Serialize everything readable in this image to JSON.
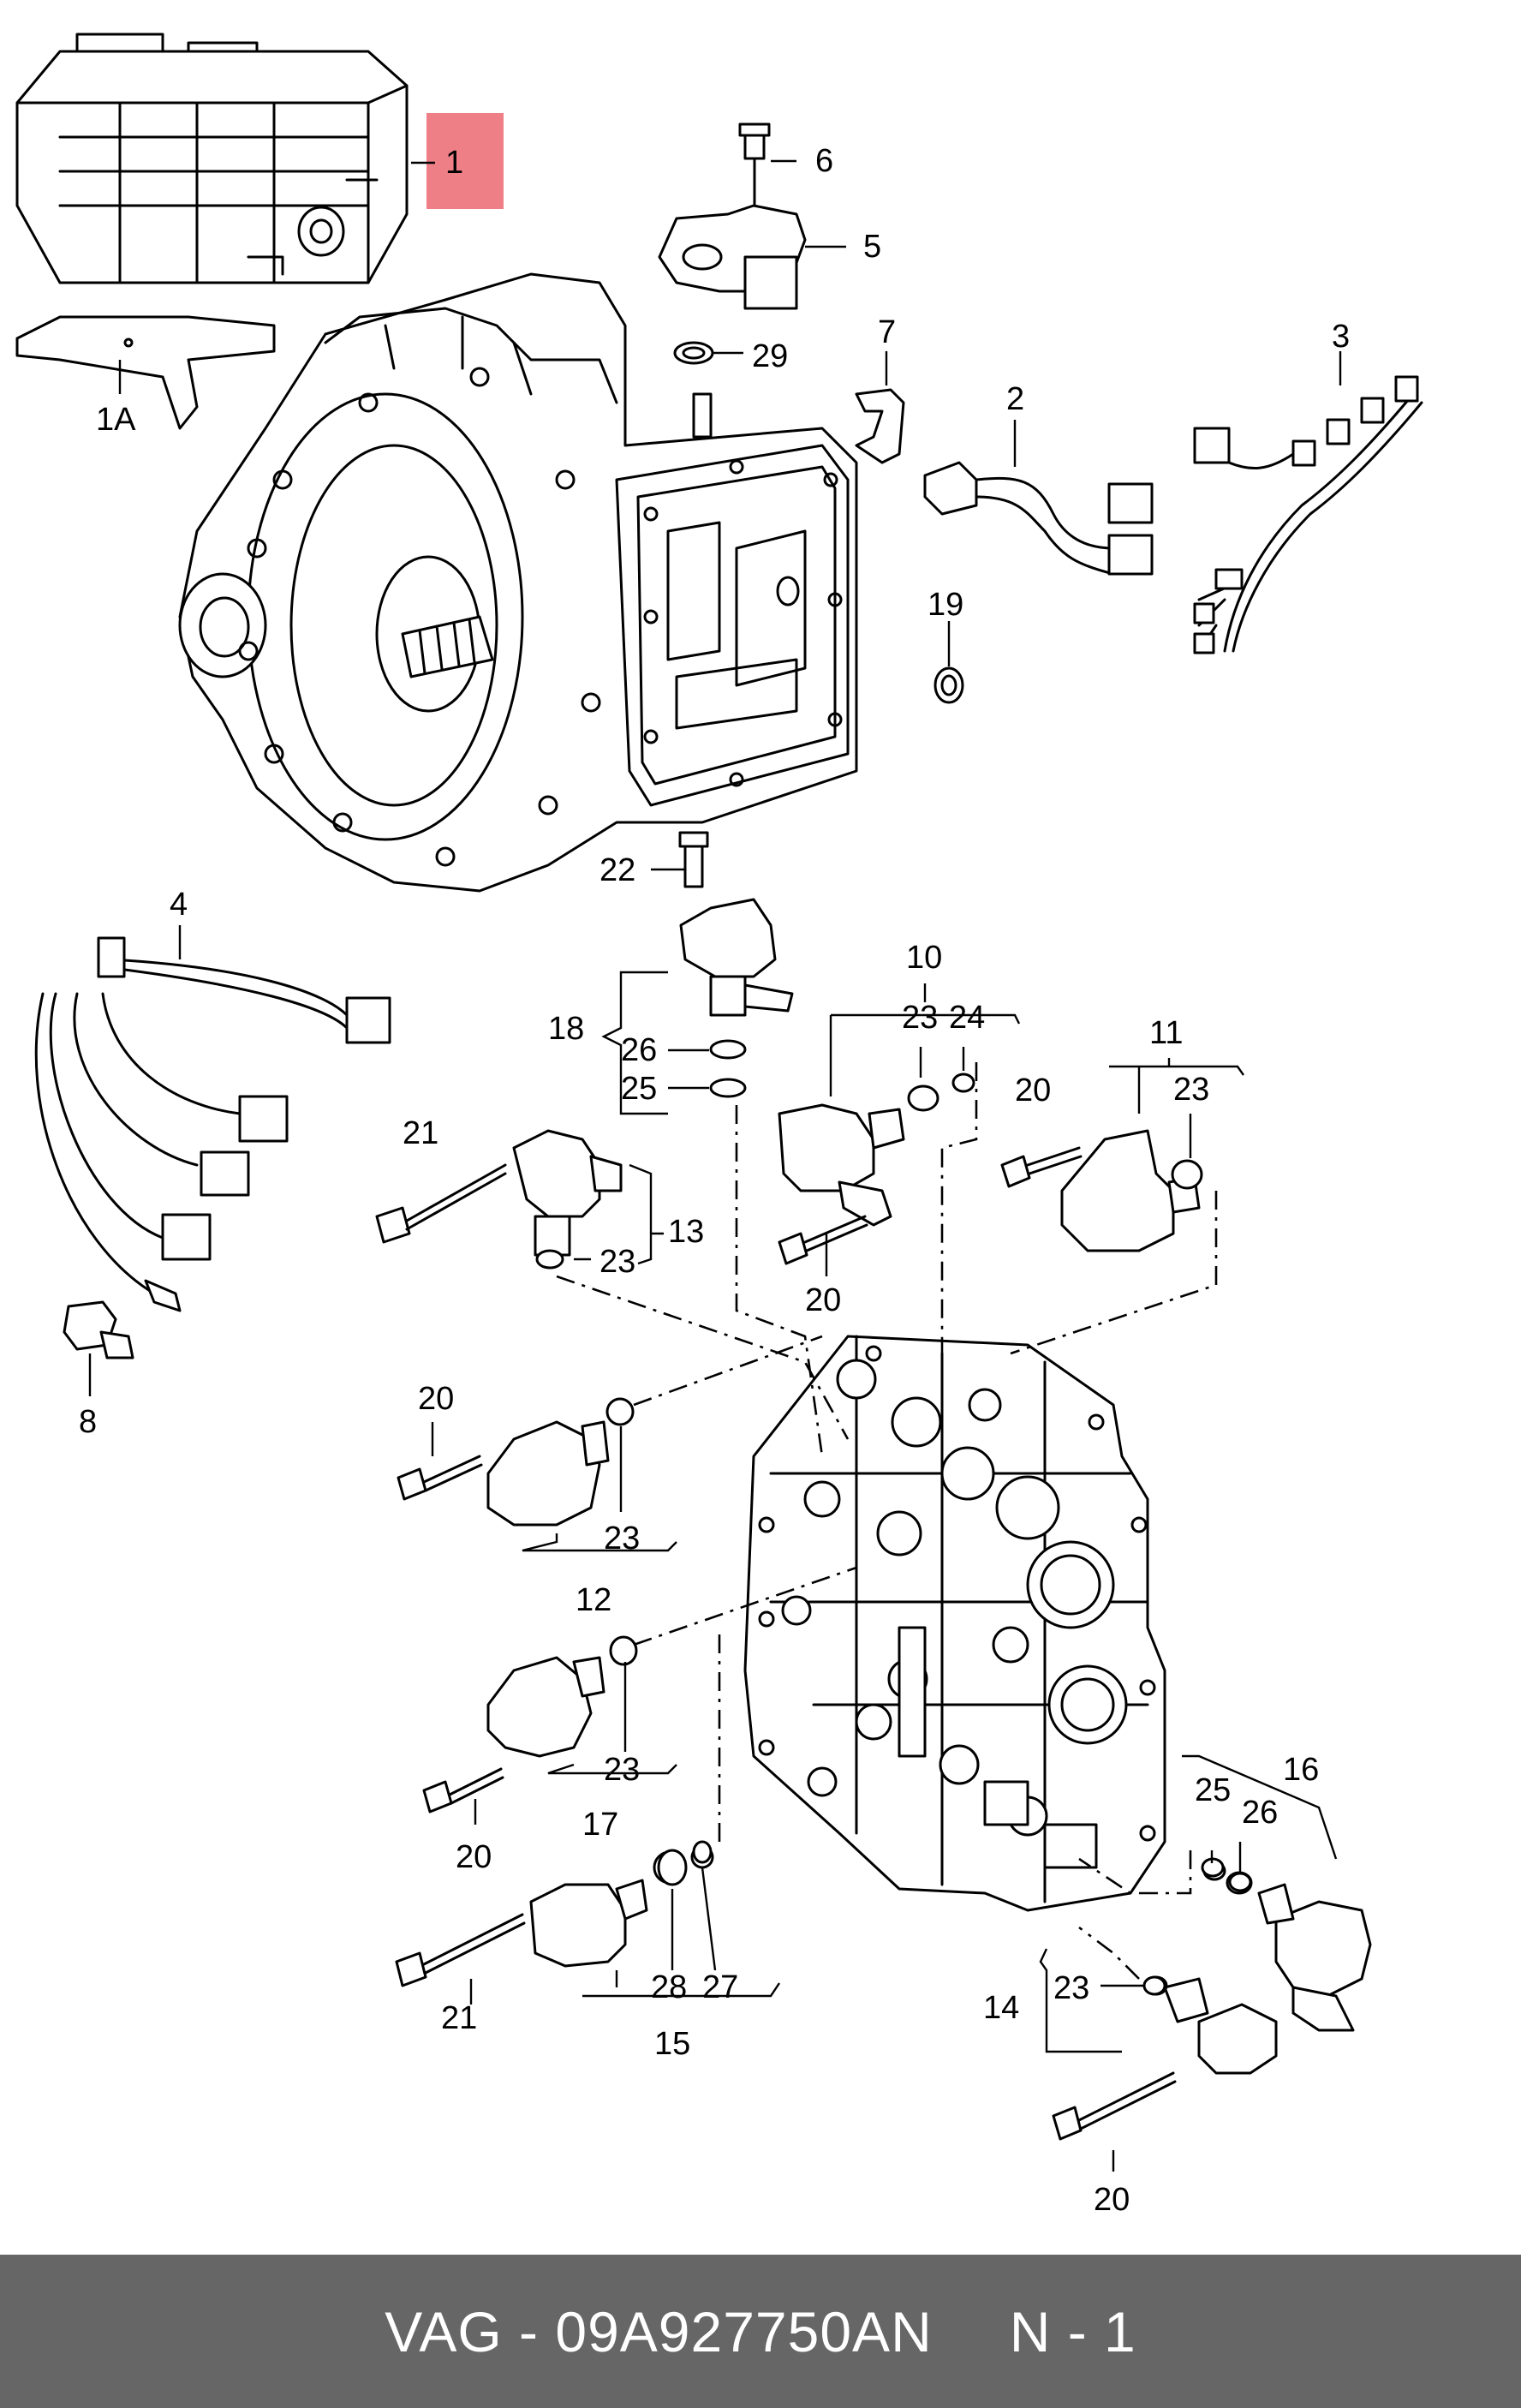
{
  "diagram": {
    "highlight_color": "#ef7f87",
    "highlighted_label": "1",
    "labels": [
      {
        "id": "l1",
        "text": "1"
      },
      {
        "id": "l1a",
        "text": "1A"
      },
      {
        "id": "l2",
        "text": "2"
      },
      {
        "id": "l3",
        "text": "3"
      },
      {
        "id": "l4",
        "text": "4"
      },
      {
        "id": "l5",
        "text": "5"
      },
      {
        "id": "l6",
        "text": "6"
      },
      {
        "id": "l7",
        "text": "7"
      },
      {
        "id": "l8",
        "text": "8"
      },
      {
        "id": "l10",
        "text": "10"
      },
      {
        "id": "l11",
        "text": "11"
      },
      {
        "id": "l12",
        "text": "12"
      },
      {
        "id": "l13",
        "text": "13"
      },
      {
        "id": "l14",
        "text": "14"
      },
      {
        "id": "l15",
        "text": "15"
      },
      {
        "id": "l16",
        "text": "16"
      },
      {
        "id": "l17",
        "text": "17"
      },
      {
        "id": "l18",
        "text": "18"
      },
      {
        "id": "l19",
        "text": "19"
      },
      {
        "id": "l20a",
        "text": "20"
      },
      {
        "id": "l20b",
        "text": "20"
      },
      {
        "id": "l20c",
        "text": "20"
      },
      {
        "id": "l20d",
        "text": "20"
      },
      {
        "id": "l20e",
        "text": "20"
      },
      {
        "id": "l21a",
        "text": "21"
      },
      {
        "id": "l21b",
        "text": "21"
      },
      {
        "id": "l22",
        "text": "22"
      },
      {
        "id": "l23a",
        "text": "23"
      },
      {
        "id": "l23b",
        "text": "23"
      },
      {
        "id": "l23c",
        "text": "23"
      },
      {
        "id": "l23d",
        "text": "23"
      },
      {
        "id": "l23e",
        "text": "23"
      },
      {
        "id": "l23f",
        "text": "23"
      },
      {
        "id": "l24",
        "text": "24"
      },
      {
        "id": "l25a",
        "text": "25"
      },
      {
        "id": "l25b",
        "text": "25"
      },
      {
        "id": "l26a",
        "text": "26"
      },
      {
        "id": "l26b",
        "text": "26"
      },
      {
        "id": "l27",
        "text": "27"
      },
      {
        "id": "l28",
        "text": "28"
      },
      {
        "id": "l29",
        "text": "29"
      }
    ]
  },
  "footer": {
    "brand": "VAG",
    "separator": "-",
    "part_number": "09A927750AN",
    "page_code": "N - 1"
  }
}
